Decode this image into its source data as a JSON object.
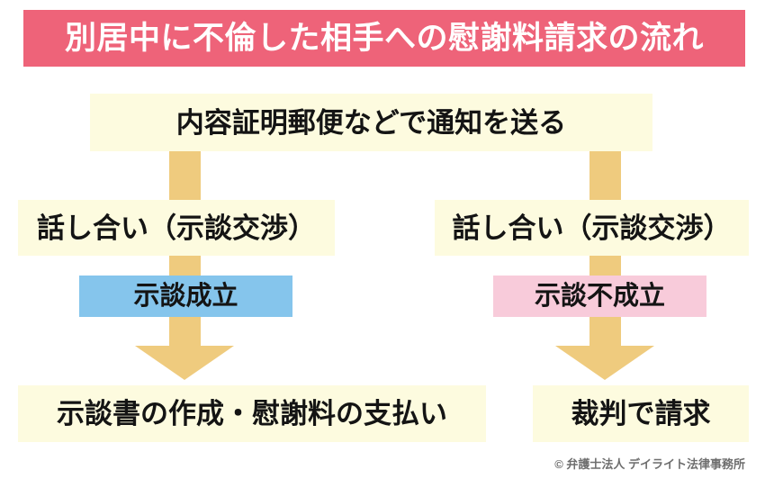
{
  "header": {
    "title": "別居中に不倫した相手への慰謝料請求の流れ",
    "banner_color": "#ee6379",
    "title_color": "#ffffff"
  },
  "chart_data": {
    "type": "diagram",
    "diagram_kind": "flowchart",
    "title": "別居中に不倫した相手への慰謝料請求の流れ",
    "orientation": "top-to-bottom, two branches",
    "box_fill": "#fdfbdf",
    "connector_color": "#efcb7e",
    "nodes": [
      {
        "id": "notice",
        "label": "内容証明郵便などで通知を送る",
        "row": 1,
        "branch": "shared",
        "fill": "#fdfbdf"
      },
      {
        "id": "talk-left",
        "label": "話し合い（示談交渉）",
        "row": 2,
        "branch": "left",
        "fill": "#fdfbdf"
      },
      {
        "id": "talk-right",
        "label": "話し合い（示談交渉）",
        "row": 2,
        "branch": "right",
        "fill": "#fdfbdf"
      },
      {
        "id": "settlement-success",
        "label": "示談成立",
        "row": 3,
        "branch": "left",
        "fill": "#85c5ec",
        "kind": "outcome-badge"
      },
      {
        "id": "settlement-failure",
        "label": "示談不成立",
        "row": 3,
        "branch": "right",
        "fill": "#f8cbda",
        "kind": "outcome-badge"
      },
      {
        "id": "settlement-doc",
        "label": "示談書の作成・慰謝料の支払い",
        "row": 4,
        "branch": "left",
        "fill": "#fdfbdf"
      },
      {
        "id": "lawsuit",
        "label": "裁判で請求",
        "row": 4,
        "branch": "right",
        "fill": "#fdfbdf"
      }
    ],
    "edges": [
      {
        "from": "notice",
        "to": "talk-left",
        "style": "shaft"
      },
      {
        "from": "notice",
        "to": "talk-right",
        "style": "shaft"
      },
      {
        "from": "talk-left",
        "to": "settlement-success",
        "style": "shaft"
      },
      {
        "from": "talk-right",
        "to": "settlement-failure",
        "style": "shaft"
      },
      {
        "from": "settlement-success",
        "to": "settlement-doc",
        "style": "arrow"
      },
      {
        "from": "settlement-failure",
        "to": "lawsuit",
        "style": "arrow"
      }
    ]
  },
  "flow": {
    "notice_label": "内容証明郵便などで通知を送る",
    "talk_left_label": "話し合い（示談交渉）",
    "talk_right_label": "話し合い（示談交渉）",
    "badge_success_label": "示談成立",
    "badge_failure_label": "示談不成立",
    "settlement_doc_label": "示談書の作成・慰謝料の支払い",
    "lawsuit_label": "裁判で請求"
  },
  "footer": {
    "credit": "© 弁護士法人 デイライト法律事務所"
  }
}
